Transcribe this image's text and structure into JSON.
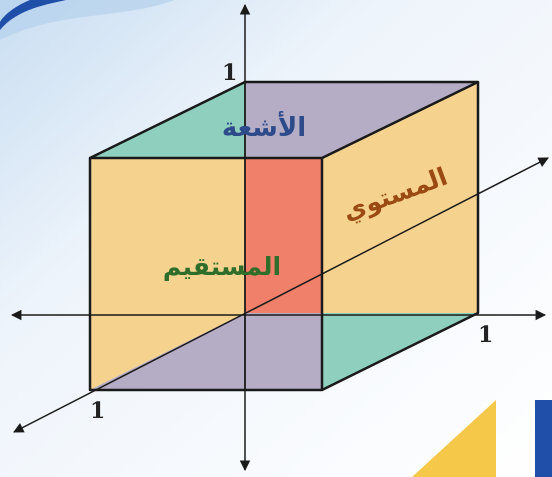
{
  "diagram": {
    "labels": {
      "rays": "الأشعة",
      "plane": "المستوي",
      "line": "المستقيم"
    },
    "tick_labels": {
      "y_top": "1",
      "x_right": "1",
      "z_front": "1"
    },
    "colors": {
      "background_top": "#dbe9f6",
      "face_yellow": "#f5d38f",
      "face_purple": "#b5acc6",
      "face_teal": "#8ecfbd",
      "face_red": "#f0806a",
      "edge": "#1a1a1a",
      "rays_text": "#2d4a8a",
      "plane_text": "#9a4a12",
      "line_text": "#2e6d2a",
      "corner_yellow": "#f6c84a",
      "corner_blue": "#1f4fa8"
    }
  }
}
